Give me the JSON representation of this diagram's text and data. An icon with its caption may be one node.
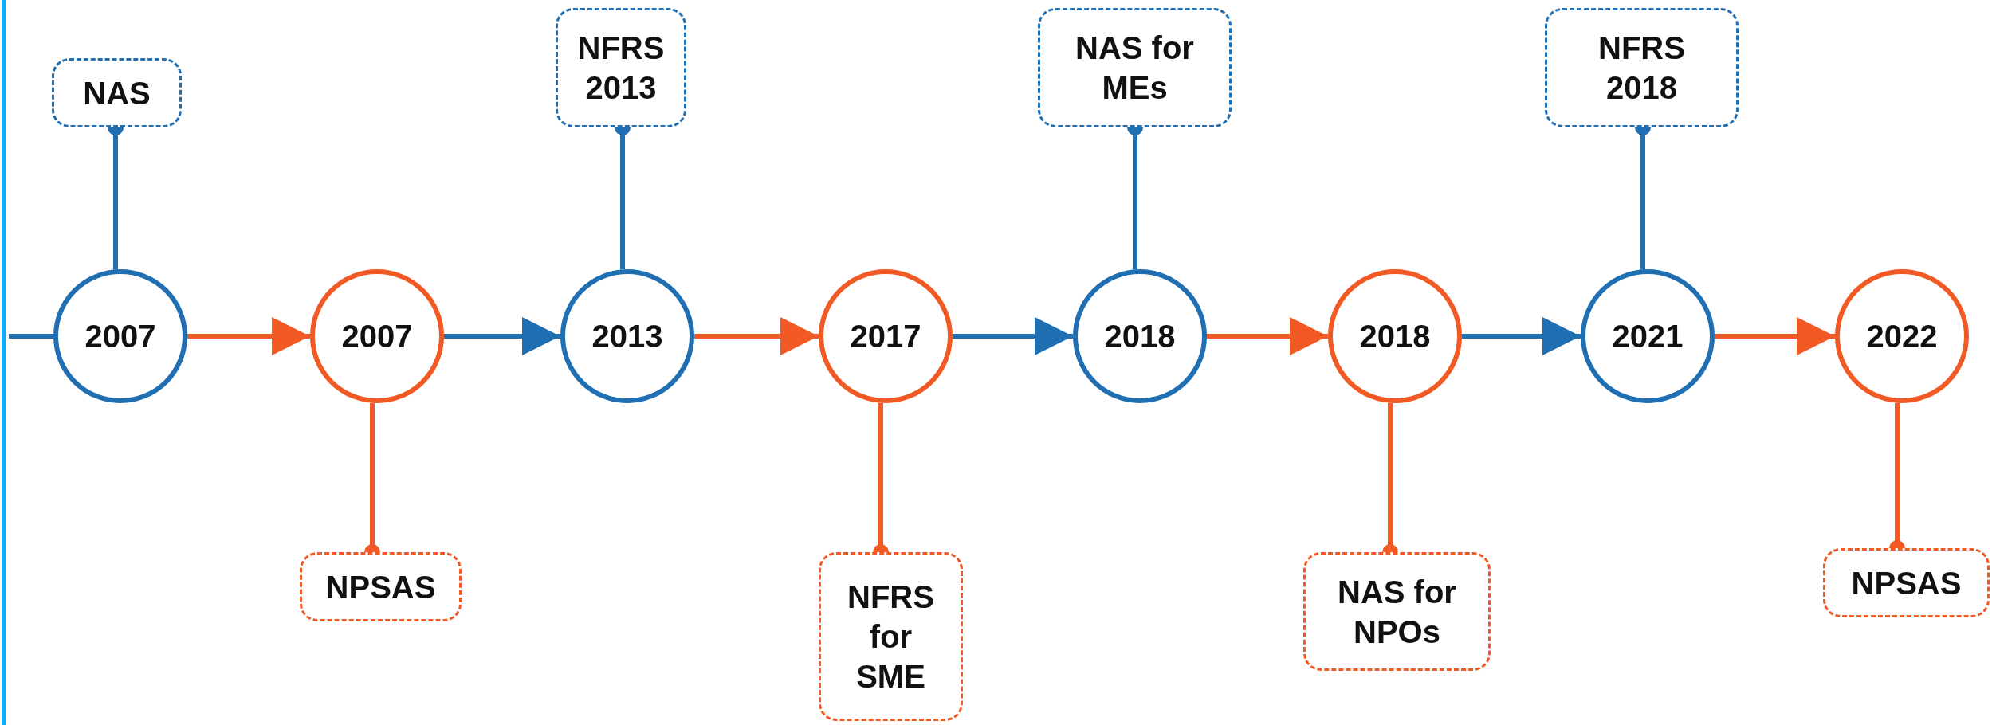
{
  "diagram": {
    "nodes": [
      {
        "text": [
          "NAS"
        ]
      },
      {
        "text": [
          "2007"
        ]
      },
      {
        "text": [
          "2007"
        ]
      },
      {
        "text": [
          "NPSAS"
        ]
      },
      {
        "text": [
          "NFRS 2013"
        ]
      },
      {
        "text": [
          "2013"
        ]
      },
      {
        "text": [
          "2017"
        ]
      },
      {
        "text": [
          "NFRS for SME"
        ]
      },
      {
        "text": [
          "NAS for MEs"
        ]
      },
      {
        "text": [
          "2018"
        ]
      },
      {
        "text": [
          "2018"
        ]
      },
      {
        "text": [
          "NAS for NPOs"
        ]
      },
      {
        "text": [
          "NFRS 2018"
        ]
      },
      {
        "text": [
          "2021"
        ]
      },
      {
        "text": [
          "2022"
        ]
      },
      {
        "text": [
          "NPSAS"
        ]
      }
    ],
    "edges": [
      {
        "from": 0,
        "to": 1,
        "arrow": "other",
        "color": "#1f6fb2"
      },
      {
        "from": 3,
        "to": 2,
        "arrow": "other",
        "color": "#f15a24"
      },
      {
        "from": 4,
        "to": 5,
        "arrow": "other",
        "color": "#1f6fb2"
      },
      {
        "from": 7,
        "to": 6,
        "arrow": "other",
        "color": "#f15a24"
      },
      {
        "from": 8,
        "to": 9,
        "arrow": "other",
        "color": "#1f6fb2"
      },
      {
        "from": 11,
        "to": 10,
        "arrow": "other",
        "color": "#f15a24"
      },
      {
        "from": 12,
        "to": 13,
        "arrow": "other",
        "color": "#1f6fb2"
      },
      {
        "from": 15,
        "to": 14,
        "arrow": "other",
        "color": "#f15a24"
      },
      {
        "from": null,
        "to": 1,
        "arrow": "none",
        "color": "#1f6fb2"
      },
      {
        "from": 1,
        "to": 2,
        "arrow": "to",
        "color": "#f15a24"
      },
      {
        "from": 2,
        "to": 5,
        "arrow": "to",
        "color": "#1f6fb2"
      },
      {
        "from": 5,
        "to": 6,
        "arrow": "to",
        "color": "#f15a24"
      },
      {
        "from": 6,
        "to": 9,
        "arrow": "to",
        "color": "#1f6fb2"
      },
      {
        "from": 9,
        "to": 10,
        "arrow": "to",
        "color": "#f15a24"
      },
      {
        "from": 10,
        "to": 13,
        "arrow": "to",
        "color": "#1f6fb2"
      },
      {
        "from": 13,
        "to": 14,
        "arrow": "to",
        "color": "#f15a24"
      }
    ]
  }
}
